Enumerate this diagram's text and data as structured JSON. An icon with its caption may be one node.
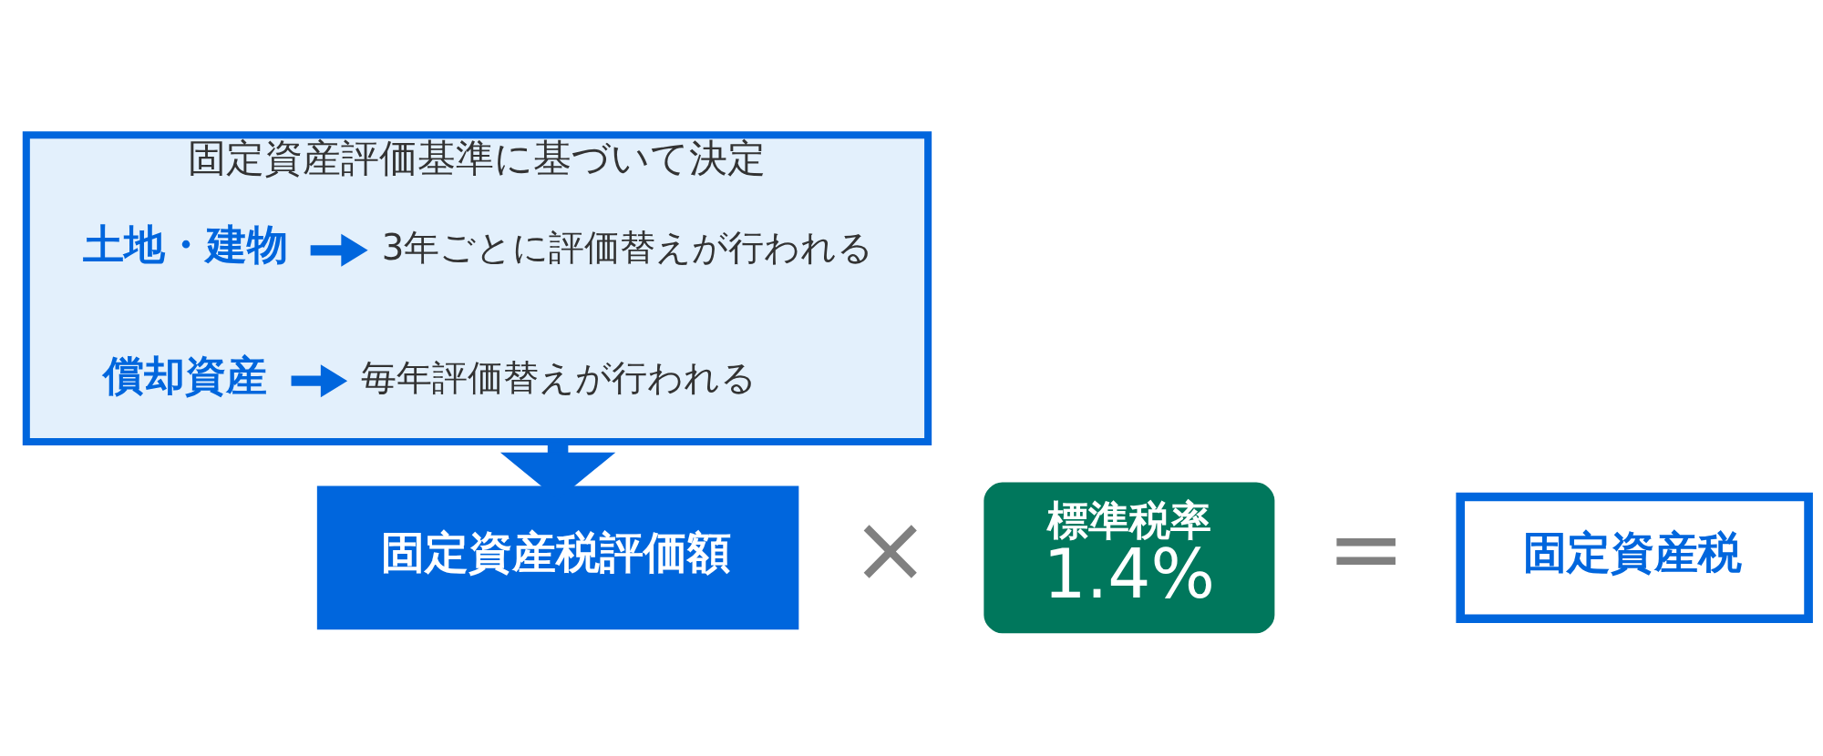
{
  "diagram": {
    "nodes": [
      {
        "text": [
          "固定資産評価基準に基づいて決定"
        ]
      },
      {
        "text": [
          "土地・建物"
        ],
        "in": 0
      },
      {
        "text": [
          "3年ごとに評価替えが行われる"
        ],
        "in": 0
      },
      {
        "text": [
          "償却資産"
        ],
        "in": 0
      },
      {
        "text": [
          "毎年評価替えが行われる"
        ],
        "in": 0
      },
      {
        "text": [
          "固定資産税評価額"
        ]
      },
      {
        "text": [
          "標準税率",
          "1.4%"
        ]
      },
      {
        "text": [
          "固定資産税"
        ]
      }
    ],
    "edges": [
      {
        "from": 1,
        "to": 2,
        "arrow": "to"
      },
      {
        "from": 3,
        "to": 4,
        "arrow": "to"
      },
      {
        "from": 0,
        "to": 5,
        "arrow": "to",
        "style": "thick"
      }
    ],
    "labels": [
      "×",
      "="
    ]
  }
}
